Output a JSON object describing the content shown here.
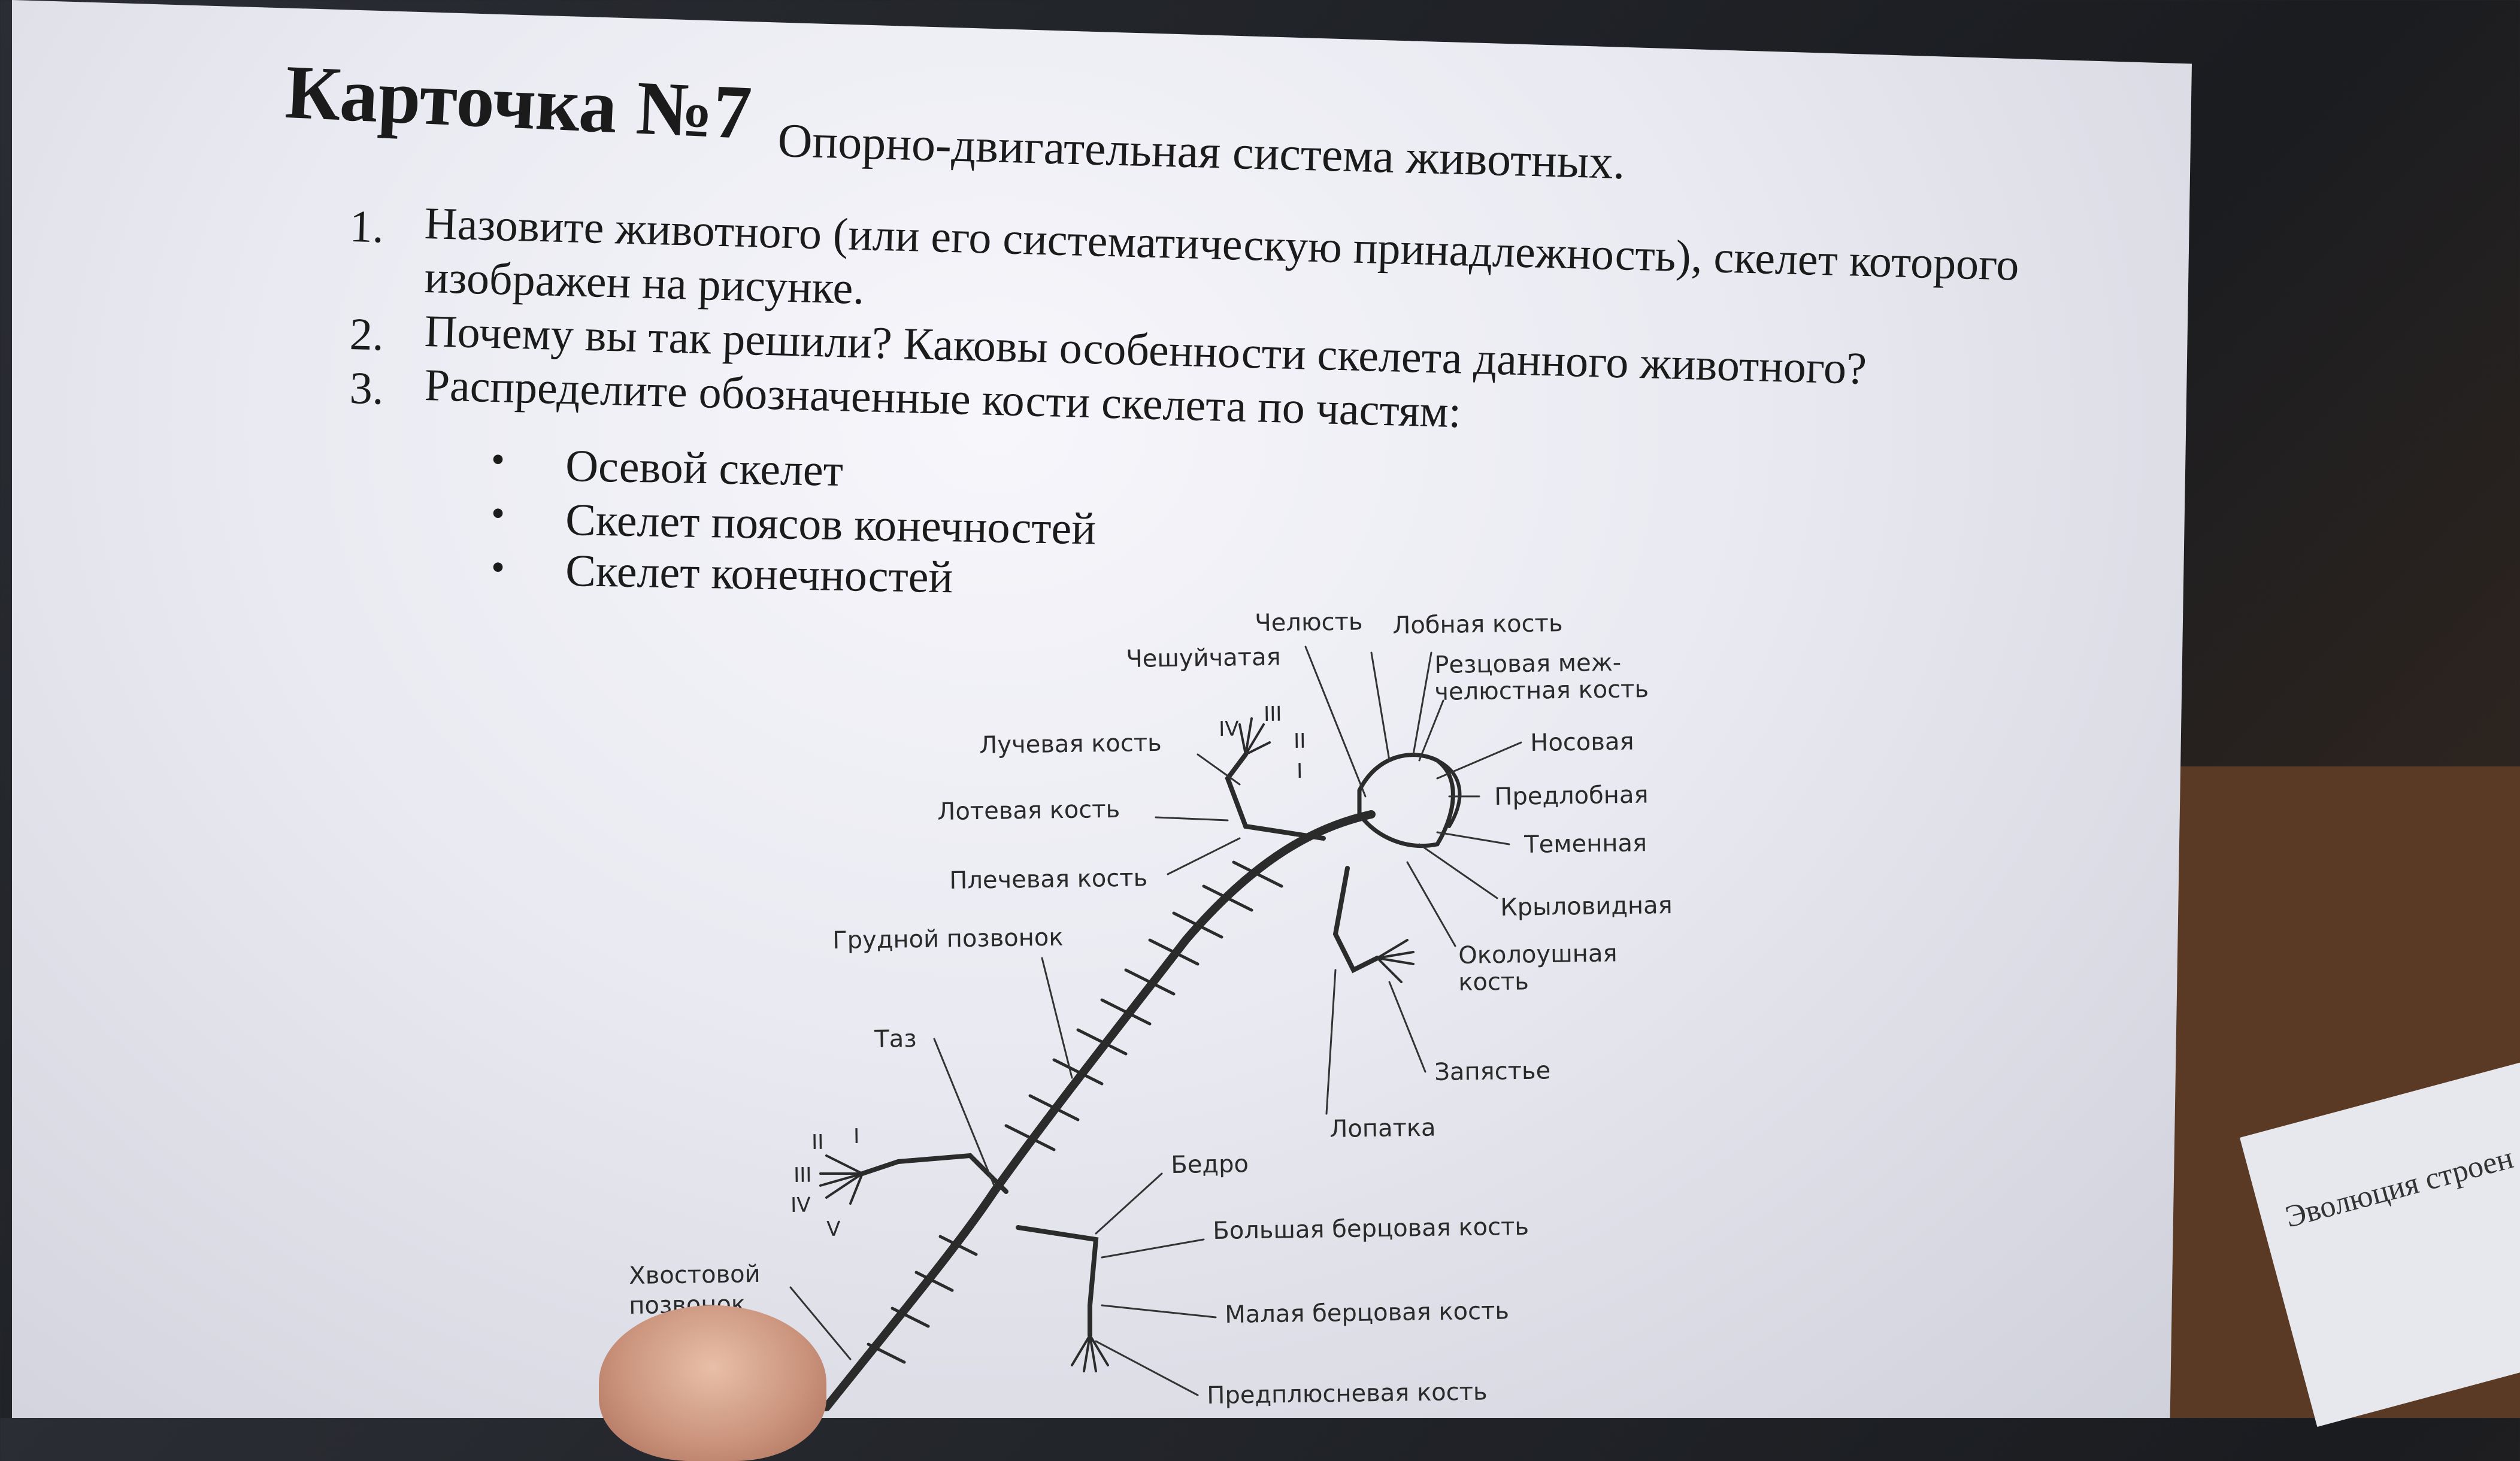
{
  "title": {
    "card": "Карточка №7",
    "subtitle": "Опорно-двигательная система животных."
  },
  "questions": [
    {
      "num": "1.",
      "line1": "Назовите животного (или его систематическую принадлежность), скелет которого",
      "line2": "изображен на рисунке."
    },
    {
      "num": "2.",
      "line1": "Почему вы так решили? Каковы особенности скелета данного животного?"
    },
    {
      "num": "3.",
      "line1": "Распределите обозначенные кости скелета по частям:"
    }
  ],
  "bullets": [
    {
      "marker": "•",
      "text": "Осевой скелет"
    },
    {
      "marker": "•",
      "text": "Скелет поясов конечностей"
    },
    {
      "marker": "•",
      "text": "Скелет конечностей"
    }
  ],
  "labels": {
    "jaw": "Челюсть",
    "frontal": "Лобная кость",
    "squamosal": "Чешуйчатая",
    "premaxilla_1": "Резцовая меж-",
    "premaxilla_2": "челюстная кость",
    "nasal": "Носовая",
    "radius": "Лучевая кость",
    "prefrontal": "Предлобная",
    "ulna": "Лотевая кость",
    "parietal": "Теменная",
    "humerus": "Плечевая кость",
    "pterygoid": "Крыловидная",
    "thoracic": "Грудной позвонок",
    "periotic_1": "Околоушная",
    "periotic_2": "кость",
    "pelvis": "Таз",
    "wrist": "Запястье",
    "scapula": "Лопатка",
    "femur": "Бедро",
    "tibia": "Большая берцовая кость",
    "caudal_1": "Хвостовой",
    "caudal_2": "позвонок",
    "fibula": "Малая берцовая кость",
    "tarsal": "Предплюсневая кость"
  },
  "digits": {
    "front": [
      "IV",
      "III",
      "II",
      "I"
    ],
    "hind": [
      "II",
      "I",
      "III",
      "IV",
      "V"
    ]
  },
  "side_paper": {
    "text": "Эволюция строен"
  },
  "colors": {
    "paper": "#ededf3",
    "ink": "#1b1b1b",
    "desk": "#5a3a24"
  }
}
